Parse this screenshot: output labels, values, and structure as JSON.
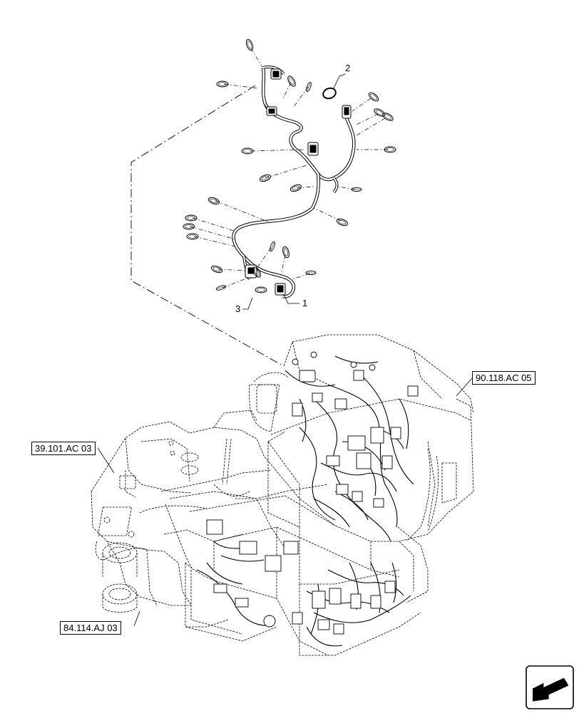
{
  "references": {
    "ref_top_right": "90.118.AC 05",
    "ref_left": "39.101.AC 03",
    "ref_bottom_left": "84.114.AJ 03"
  },
  "callouts": {
    "item_1": "1",
    "item_2": "2",
    "item_3": "3"
  },
  "icons": {
    "navigation": "back-arrow-icon"
  },
  "colors": {
    "line": "#000000",
    "background": "#ffffff"
  }
}
